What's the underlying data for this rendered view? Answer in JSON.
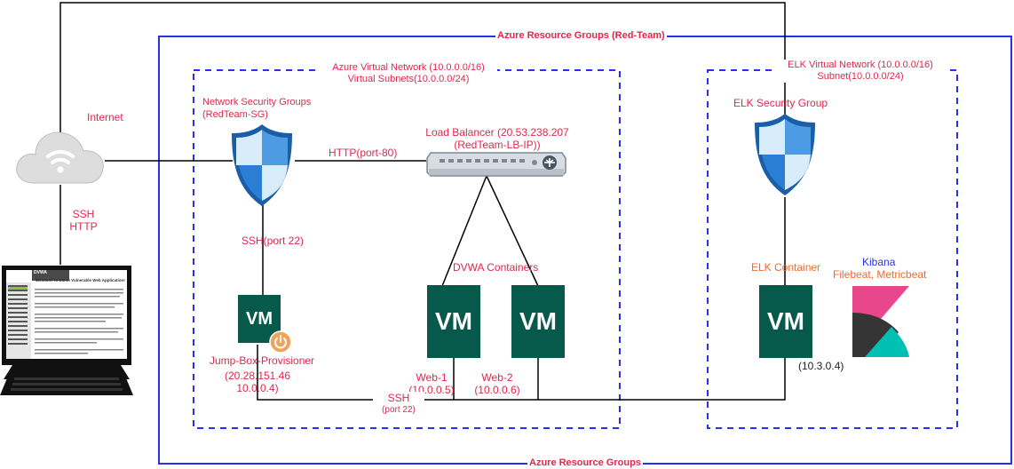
{
  "frames": {
    "outer_top": "Azure Resource Groups (Red-Team)",
    "outer_bottom": "Azure Resource Groups"
  },
  "internet": "Internet",
  "ssh_http": [
    "SSH",
    "HTTP"
  ],
  "vnet": {
    "line1": "Azure Virtual Network (10.0.0.0/16)",
    "line2": "Virtual Subnets(10.0.0.0/24)"
  },
  "nsg": {
    "line1": "Network Security Groups",
    "line2": "(RedTeam-SG)"
  },
  "http_port": "HTTP(port-80)",
  "load_balancer": {
    "line1": "Load Balancer (20.53.238.207",
    "line2": "(RedTeam-LB-IP))"
  },
  "ssh_port22": "SSH(port 22)",
  "dvwa": "DVWA Containers",
  "vm_label": "VM",
  "jumpbox": {
    "name": "Jump-Box-Provisioner",
    "ip1": "(20.28.151.46",
    "ip2": "10.0.0.4)"
  },
  "web1": {
    "name": "Web-1",
    "ip": "(10.0.0.5)"
  },
  "web2": {
    "name": "Web-2",
    "ip": "(10.0.0.6)"
  },
  "ssh_bottom": {
    "line1": "SSH",
    "line2": "(port 22)"
  },
  "elk_vnet": {
    "line1": "ELK Virtual Network (10.0.0.0/16)",
    "line2": "Subnet(10.0.0.0/24)"
  },
  "elk_sg": "ELK Security Group",
  "elk_container": "ELK Container",
  "elk_ip": "(10.3.0.4)",
  "kibana": {
    "title": "Kibana",
    "beats": "Filebeat, Metricbeat"
  },
  "laptop_screen": {
    "brand": "DVWA",
    "heading": "Welcome to Damn Vulnerable Web Application!"
  },
  "colors": {
    "frame_blue": "#2732e8",
    "vm_green": "#075a4b",
    "label_red": "#e0284e",
    "label_orange": "#f06b2a",
    "shield_blue": "#2a7fd4"
  }
}
